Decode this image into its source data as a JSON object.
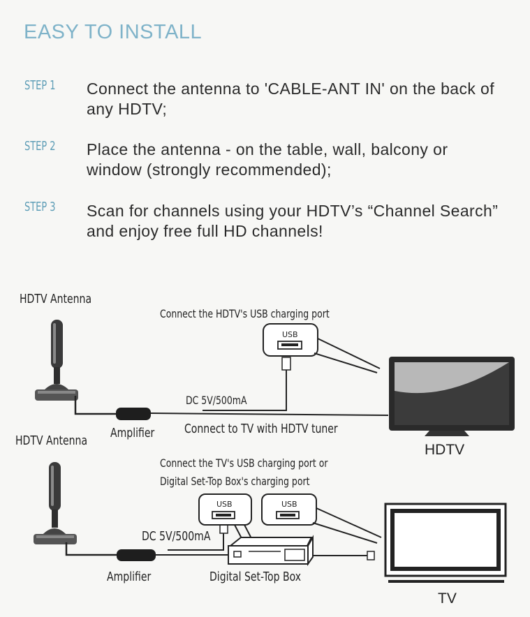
{
  "title": "EASY TO INSTALL",
  "steps": [
    {
      "label": "STEP 1",
      "text": "Connect the antenna to 'CABLE-ANT IN' on the back of any HDTV;"
    },
    {
      "label": "STEP 2",
      "text": "Place the antenna - on the table, wall, balcony or window (strongly recommended);"
    },
    {
      "label": "STEP 3",
      "text": "Scan for channels using your HDTV’s “Channel Search” and enjoy free full HD channels!"
    }
  ],
  "diagram_top": {
    "antenna_label": "HDTV Antenna",
    "usb_note": "Connect the HDTV's USB charging port",
    "usb_port_label": "USB",
    "power_label": "DC 5V/500mA",
    "amplifier_label": "Amplifier",
    "tuner_note": "Connect to TV with HDTV tuner",
    "tv_label": "HDTV"
  },
  "diagram_bottom": {
    "antenna_label": "HDTV Antenna",
    "usb_note_line1": "Connect the TV's USB charging port or",
    "usb_note_line2": "Digital Set-Top Box's  charging port",
    "usb_port_label_1": "USB",
    "usb_port_label_2": "USB",
    "power_label": "DC 5V/500mA",
    "amplifier_label": "Amplifier",
    "settop_label": "Digital Set-Top Box",
    "tv_label": "TV"
  }
}
